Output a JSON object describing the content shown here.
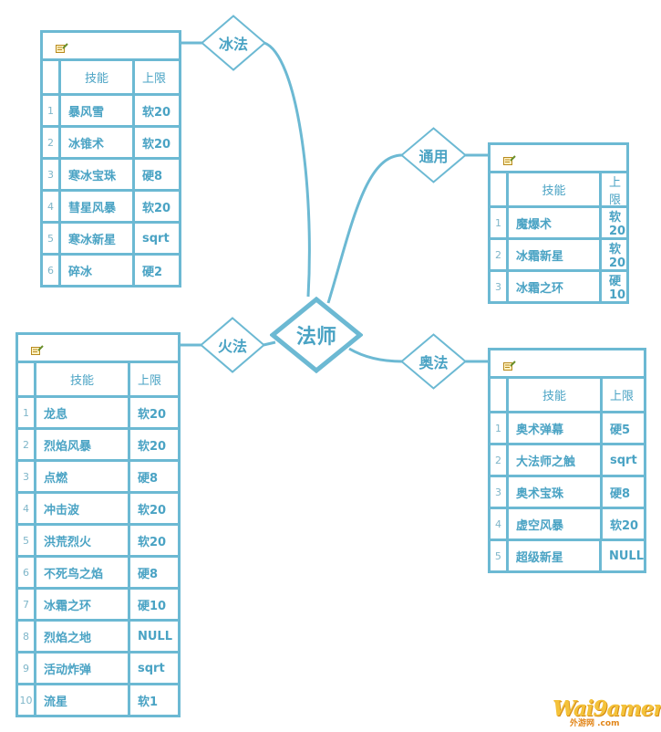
{
  "center": {
    "label": "法师"
  },
  "columns": {
    "skill": "技能",
    "limit": "上限"
  },
  "branches": [
    {
      "key": "ice",
      "label": "冰法",
      "rows": [
        {
          "idx": "1",
          "skill": "暴风雪",
          "limit": "软20"
        },
        {
          "idx": "2",
          "skill": "冰锥术",
          "limit": "软20"
        },
        {
          "idx": "3",
          "skill": "寒冰宝珠",
          "limit": "硬8"
        },
        {
          "idx": "4",
          "skill": "彗星风暴",
          "limit": "软20"
        },
        {
          "idx": "5",
          "skill": "寒冰新星",
          "limit": "sqrt"
        },
        {
          "idx": "6",
          "skill": "碎冰",
          "limit": "硬2"
        }
      ]
    },
    {
      "key": "common",
      "label": "通用",
      "rows": [
        {
          "idx": "1",
          "skill": "魔爆术",
          "limit": "软20"
        },
        {
          "idx": "2",
          "skill": "冰霜新星",
          "limit": "软20"
        },
        {
          "idx": "3",
          "skill": "冰霜之环",
          "limit": "硬10"
        }
      ]
    },
    {
      "key": "fire",
      "label": "火法",
      "rows": [
        {
          "idx": "1",
          "skill": "龙息",
          "limit": "软20"
        },
        {
          "idx": "2",
          "skill": "烈焰风暴",
          "limit": "软20"
        },
        {
          "idx": "3",
          "skill": "点燃",
          "limit": "硬8"
        },
        {
          "idx": "4",
          "skill": "冲击波",
          "limit": "软20"
        },
        {
          "idx": "5",
          "skill": "洪荒烈火",
          "limit": "软20"
        },
        {
          "idx": "6",
          "skill": "不死鸟之焰",
          "limit": "硬8"
        },
        {
          "idx": "7",
          "skill": "冰霜之环",
          "limit": "硬10"
        },
        {
          "idx": "8",
          "skill": "烈焰之地",
          "limit": "NULL"
        },
        {
          "idx": "9",
          "skill": "活动炸弹",
          "limit": "sqrt"
        },
        {
          "idx": "10",
          "skill": "流星",
          "limit": "软1"
        }
      ]
    },
    {
      "key": "arcane",
      "label": "奥法",
      "rows": [
        {
          "idx": "1",
          "skill": "奥术弹幕",
          "limit": "硬5"
        },
        {
          "idx": "2",
          "skill": "大法师之触",
          "limit": "sqrt"
        },
        {
          "idx": "3",
          "skill": "奥术宝珠",
          "limit": "硬8"
        },
        {
          "idx": "4",
          "skill": "虚空风暴",
          "limit": "软20"
        },
        {
          "idx": "5",
          "skill": "超级新星",
          "limit": "NULL"
        }
      ]
    }
  ],
  "icons": {
    "table_header": "note-edit-icon"
  },
  "colors": {
    "line": "#6cb9d3",
    "text": "#4aa3c4"
  },
  "watermark": {
    "logo": "Wai9amer",
    "sub": "外游网 .com"
  }
}
